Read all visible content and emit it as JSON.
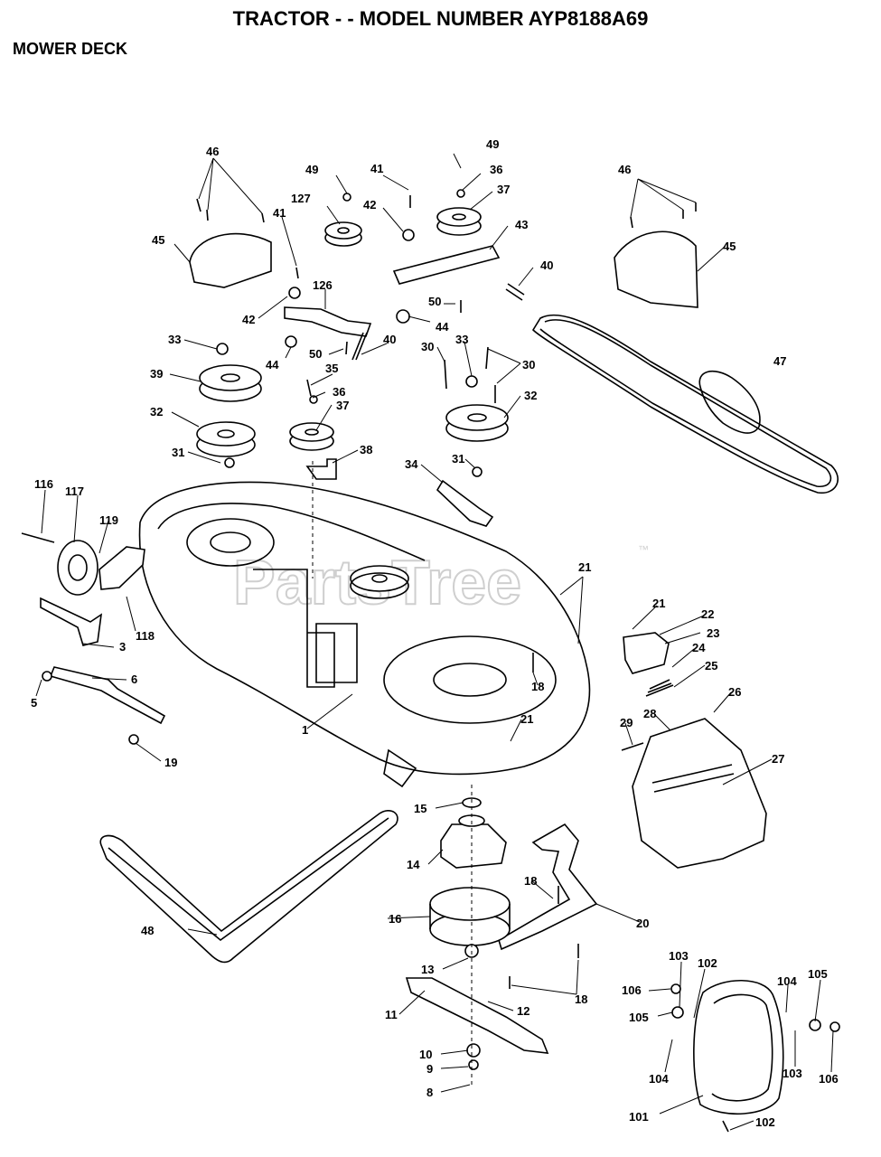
{
  "header": {
    "title": "TRACTOR - - MODEL NUMBER AYP8188A69",
    "subtitle": "MOWER DECK"
  },
  "watermark": {
    "text": "PartsTree",
    "tm": "™"
  },
  "callouts": {
    "c1": "1",
    "c3": "3",
    "c5": "5",
    "c6": "6",
    "c8": "8",
    "c9": "9",
    "c10": "10",
    "c11": "11",
    "c12": "12",
    "c13": "13",
    "c14": "14",
    "c15": "15",
    "c16": "16",
    "c18a": "18",
    "c18b": "18",
    "c18c": "18",
    "c19": "19",
    "c20": "20",
    "c21a": "21",
    "c21b": "21",
    "c21c": "21",
    "c22": "22",
    "c23": "23",
    "c24": "24",
    "c25": "25",
    "c26": "26",
    "c27": "27",
    "c28": "28",
    "c29": "29",
    "c30a": "30",
    "c30b": "30",
    "c31a": "31",
    "c31b": "31",
    "c32a": "32",
    "c32b": "32",
    "c33a": "33",
    "c33b": "33",
    "c34": "34",
    "c35": "35",
    "c36a": "36",
    "c36b": "36",
    "c37a": "37",
    "c37b": "37",
    "c38": "38",
    "c39": "39",
    "c40a": "40",
    "c40b": "40",
    "c41a": "41",
    "c41b": "41",
    "c42a": "42",
    "c42b": "42",
    "c43": "43",
    "c44a": "44",
    "c44b": "44",
    "c45a": "45",
    "c45b": "45",
    "c46a": "46",
    "c46b": "46",
    "c47": "47",
    "c48": "48",
    "c49a": "49",
    "c49b": "49",
    "c50a": "50",
    "c50b": "50",
    "c101": "101",
    "c102a": "102",
    "c102b": "102",
    "c103a": "103",
    "c103b": "103",
    "c104a": "104",
    "c104b": "104",
    "c105a": "105",
    "c105b": "105",
    "c106a": "106",
    "c106b": "106",
    "c116": "116",
    "c117": "117",
    "c118": "118",
    "c119": "119",
    "c126": "126",
    "c127": "127"
  }
}
